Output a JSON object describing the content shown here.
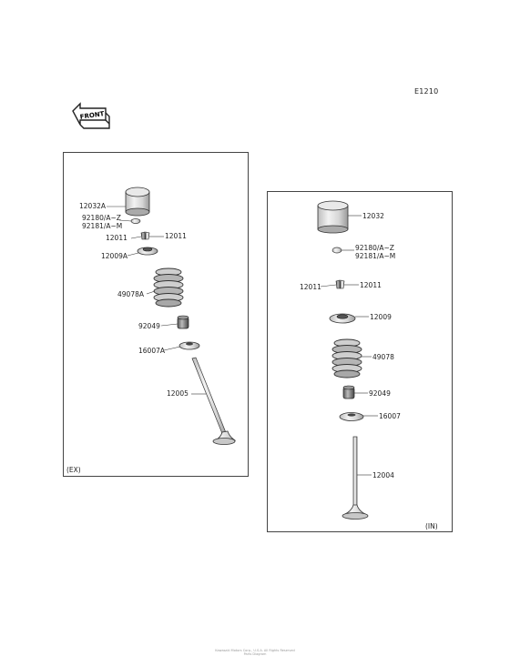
{
  "page_code": "E1210",
  "front_label": "FRONT",
  "panels": {
    "ex": {
      "tag": "(EX)",
      "labels": {
        "tappet": "12032A",
        "shim_1": "92180/A~Z",
        "shim_2": "92181/A~M",
        "keeper_left": "12011",
        "keeper_right": "12011",
        "retainer": "12009A",
        "spring": "49078A",
        "seal": "92049",
        "seat": "16007A",
        "valve": "12005"
      }
    },
    "in": {
      "tag": "(IN)",
      "labels": {
        "tappet": "12032",
        "shim_1": "92180/A~Z",
        "shim_2": "92181/A~M",
        "keeper_left": "12011",
        "keeper_right": "12011",
        "retainer": "12009",
        "spring": "49078",
        "seal": "92049",
        "seat": "16007",
        "valve": "12004"
      }
    }
  },
  "footer": {
    "line1": "Kawasaki Motors Corp., U.S.A. All Rights Reserved",
    "line2": "Parts Diagram"
  }
}
